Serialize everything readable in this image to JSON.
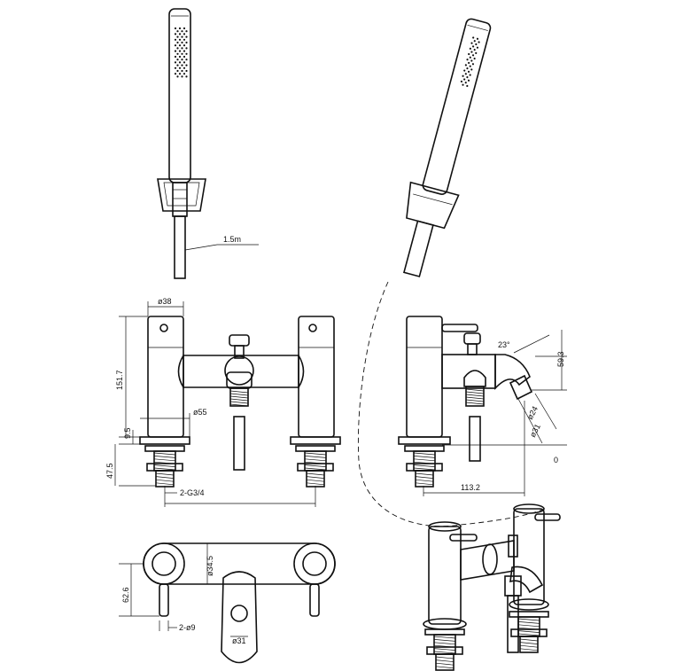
{
  "labels": {
    "hose_length": "1.5m",
    "body_dia": "ø38",
    "total_height": "151.7",
    "base_dia": "ø55",
    "base_height": "9.5",
    "tail_height": "47.5",
    "thread": "2-G3/4",
    "spout_angle": "23°",
    "spout_height": "59.3",
    "spout_outlet_dia": "ø24",
    "spout_dia": "ø31",
    "spout_reach": "113.2",
    "zero": "0",
    "bar_dia": "ø34.5",
    "depth": "62.6",
    "handle_dia": "2-ø9",
    "diverter_dia": "ø31"
  }
}
